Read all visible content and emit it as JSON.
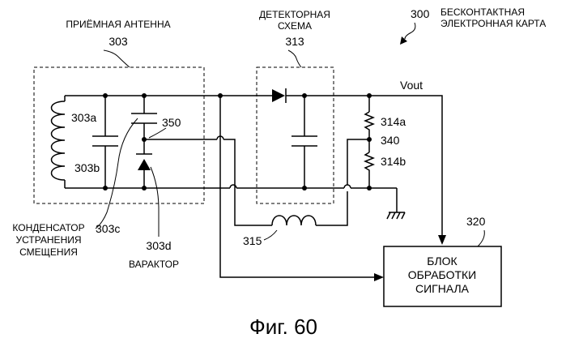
{
  "figure": {
    "caption": "Фиг. 60",
    "card": {
      "ref": "300",
      "title_line1": "БЕСКОНТАКТНАЯ",
      "title_line2": "ЭЛЕКТРОННАЯ КАРТА"
    },
    "antenna": {
      "title": "ПРИЁМНАЯ АНТЕННА",
      "ref": "303"
    },
    "detector": {
      "title_line1": "ДЕТЕКТОРНАЯ",
      "title_line2": "СХЕМА",
      "ref": "313"
    },
    "signal_block": {
      "ref": "320",
      "line1": "БЛОК",
      "line2": "ОБРАБОТКИ",
      "line3": "СИГНАЛА"
    },
    "labels": {
      "vout": "Vout",
      "coil": "303a",
      "capacitor": "303b",
      "bias_cap_ref": "303c",
      "varactor_ref": "303d",
      "node_350": "350",
      "r_top": "314a",
      "node_340": "340",
      "r_bottom": "314b",
      "inductor": "315",
      "bias_cap_name_line1": "КОНДЕНСАТОР",
      "bias_cap_name_line2": "УСТРАНЕНИЯ",
      "bias_cap_name_line3": "СМЕЩЕНИЯ",
      "varactor_name": "ВАРАКТОР"
    }
  }
}
